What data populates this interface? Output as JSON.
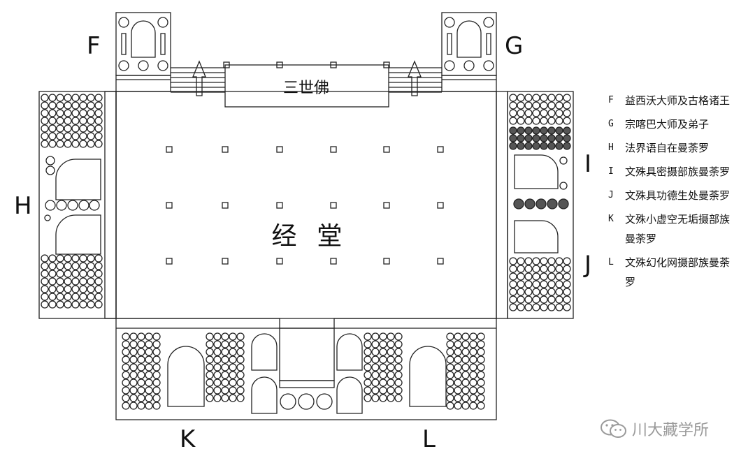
{
  "hall": {
    "label": "经  堂"
  },
  "shrine": {
    "label": "三世佛"
  },
  "regions": [
    {
      "id": "F",
      "letter": "F"
    },
    {
      "id": "G",
      "letter": "G"
    },
    {
      "id": "H",
      "letter": "H"
    },
    {
      "id": "I",
      "letter": "I"
    },
    {
      "id": "J",
      "letter": "J"
    },
    {
      "id": "K",
      "letter": "K"
    },
    {
      "id": "L",
      "letter": "L"
    }
  ],
  "legend": [
    {
      "key": "F",
      "text": "益西沃大师及古格诸王"
    },
    {
      "key": "G",
      "text": "宗喀巴大师及弟子"
    },
    {
      "key": "H",
      "text": "法界语自在曼荼罗"
    },
    {
      "key": "I",
      "text": "文殊具密摄部族曼荼罗"
    },
    {
      "key": "J",
      "text": "文殊具功德生处曼荼罗"
    },
    {
      "key": "K",
      "text": "文殊小虚空无垢摄部族曼荼罗"
    },
    {
      "key": "L",
      "text": "文殊幻化网摄部族曼荼罗"
    }
  ],
  "watermark": {
    "text": "川大藏学所",
    "icon": "wechat-icon"
  },
  "colors": {
    "line": "#222222",
    "dark_fill": "#555555",
    "watermark": "#9a9a9a"
  }
}
